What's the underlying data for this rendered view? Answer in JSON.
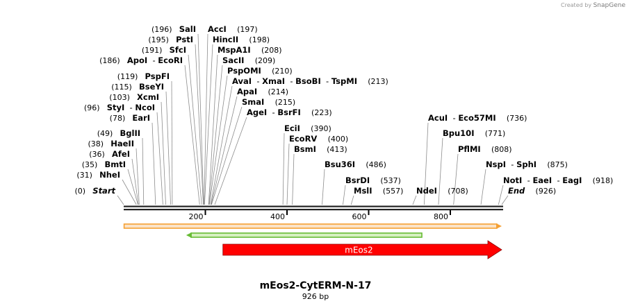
{
  "watermark": {
    "prefix": "Created by",
    "brand": "SnapGene"
  },
  "title": "mEos2-CytERM-N-17",
  "length_label": "926 bp",
  "sequence_length": 926,
  "ruler_ticks": [
    200,
    400,
    600,
    800
  ],
  "features": [
    {
      "name": "orange-arrow",
      "start": 1,
      "end": 926,
      "direction": "forward",
      "color": "#f5a033",
      "inner": "#fbe3c8",
      "label": ""
    },
    {
      "name": "green-arrow",
      "start": 153,
      "end": 732,
      "direction": "reverse",
      "color": "#66bb33",
      "inner": "#d6f0c0",
      "label": ""
    },
    {
      "name": "meos2-arrow",
      "start": 243,
      "end": 926,
      "direction": "forward",
      "color": "#ff0000",
      "label": "mEos2"
    }
  ],
  "sites": [
    {
      "id": "start",
      "pos": 0,
      "enzymes": [
        "Start"
      ],
      "label": "(0)",
      "italic": true,
      "num_first": true
    },
    {
      "id": "nhei",
      "pos": 31,
      "enzymes": [
        "NheI"
      ],
      "label": "(31)",
      "num_first": true
    },
    {
      "id": "bmti",
      "pos": 35,
      "enzymes": [
        "BmtI"
      ],
      "label": "(35)",
      "num_first": true
    },
    {
      "id": "afei",
      "pos": 36,
      "enzymes": [
        "AfeI"
      ],
      "label": "(36)",
      "num_first": true
    },
    {
      "id": "haeii",
      "pos": 38,
      "enzymes": [
        "HaeII"
      ],
      "label": "(38)",
      "num_first": true
    },
    {
      "id": "bglii",
      "pos": 49,
      "enzymes": [
        "BglII"
      ],
      "label": "(49)",
      "num_first": true
    },
    {
      "id": "eari",
      "pos": 78,
      "enzymes": [
        "EarI"
      ],
      "label": "(78)",
      "num_first": true
    },
    {
      "id": "styi",
      "pos": 96,
      "enzymes": [
        "StyI",
        "NcoI"
      ],
      "label": "(96)",
      "num_first": true
    },
    {
      "id": "xcmi",
      "pos": 103,
      "enzymes": [
        "XcmI"
      ],
      "label": "(103)",
      "num_first": true
    },
    {
      "id": "bseyi",
      "pos": 115,
      "enzymes": [
        "BseYI"
      ],
      "label": "(115)",
      "num_first": true
    },
    {
      "id": "pspfi",
      "pos": 119,
      "enzymes": [
        "PspFI"
      ],
      "label": "(119)",
      "num_first": true
    },
    {
      "id": "apoi",
      "pos": 186,
      "enzymes": [
        "ApoI",
        "EcoRI"
      ],
      "label": "(186)",
      "num_first": true
    },
    {
      "id": "sfci",
      "pos": 191,
      "enzymes": [
        "SfcI"
      ],
      "label": "(191)",
      "num_first": true
    },
    {
      "id": "psti",
      "pos": 195,
      "enzymes": [
        "PstI"
      ],
      "label": "(195)",
      "num_first": true
    },
    {
      "id": "sali",
      "pos": 196,
      "enzymes": [
        "SalI"
      ],
      "label": "(196)",
      "num_first": true
    },
    {
      "id": "acci",
      "pos": 197,
      "enzymes": [
        "AccI"
      ],
      "label": "(197)"
    },
    {
      "id": "hincii",
      "pos": 198,
      "enzymes": [
        "HincII"
      ],
      "label": "(198)"
    },
    {
      "id": "mspa1i",
      "pos": 208,
      "enzymes": [
        "MspA1I"
      ],
      "label": "(208)"
    },
    {
      "id": "sacii",
      "pos": 209,
      "enzymes": [
        "SacII"
      ],
      "label": "(209)"
    },
    {
      "id": "pspomi",
      "pos": 210,
      "enzymes": [
        "PspOMI"
      ],
      "label": "(210)"
    },
    {
      "id": "avai",
      "pos": 213,
      "enzymes": [
        "AvaI",
        "XmaI",
        "BsoBI",
        "TspMI"
      ],
      "label": "(213)"
    },
    {
      "id": "apai",
      "pos": 214,
      "enzymes": [
        "ApaI"
      ],
      "label": "(214)"
    },
    {
      "id": "smai",
      "pos": 215,
      "enzymes": [
        "SmaI"
      ],
      "label": "(215)"
    },
    {
      "id": "agei",
      "pos": 223,
      "enzymes": [
        "AgeI",
        "BsrFI"
      ],
      "label": "(223)"
    },
    {
      "id": "ecii",
      "pos": 390,
      "enzymes": [
        "EciI"
      ],
      "label": "(390)"
    },
    {
      "id": "ecorv",
      "pos": 400,
      "enzymes": [
        "EcoRV"
      ],
      "label": "(400)"
    },
    {
      "id": "bsmi",
      "pos": 413,
      "enzymes": [
        "BsmI"
      ],
      "label": "(413)"
    },
    {
      "id": "bsu36i",
      "pos": 486,
      "enzymes": [
        "Bsu36I"
      ],
      "label": "(486)"
    },
    {
      "id": "bsrdi",
      "pos": 537,
      "enzymes": [
        "BsrDI"
      ],
      "label": "(537)"
    },
    {
      "id": "msli",
      "pos": 557,
      "enzymes": [
        "MslI"
      ],
      "label": "(557)"
    },
    {
      "id": "ndei",
      "pos": 708,
      "enzymes": [
        "NdeI"
      ],
      "label": "(708)"
    },
    {
      "id": "acui",
      "pos": 736,
      "enzymes": [
        "AcuI",
        "Eco57MI"
      ],
      "label": "(736)"
    },
    {
      "id": "bpu10i",
      "pos": 771,
      "enzymes": [
        "Bpu10I"
      ],
      "label": "(771)"
    },
    {
      "id": "pflmi",
      "pos": 808,
      "enzymes": [
        "PflMI"
      ],
      "label": "(808)"
    },
    {
      "id": "nspi",
      "pos": 875,
      "enzymes": [
        "NspI",
        "SphI"
      ],
      "label": "(875)"
    },
    {
      "id": "noti",
      "pos": 918,
      "enzymes": [
        "NotI",
        "EaeI",
        "EagI"
      ],
      "label": "(918)"
    },
    {
      "id": "end",
      "pos": 926,
      "enzymes": [
        "End"
      ],
      "label": "(926)",
      "italic": true
    }
  ]
}
